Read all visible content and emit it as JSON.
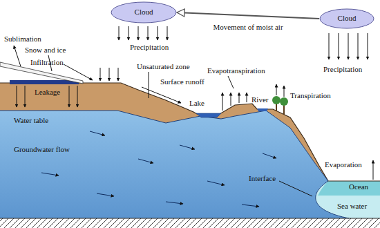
{
  "diagram": {
    "nodes": [
      {
        "text": [
          "Cloud"
        ]
      },
      {
        "text": [
          "Cloud"
        ]
      }
    ],
    "edges": [
      {
        "from": 1,
        "to": 0,
        "arrow": "to",
        "label": "Movement of moist air"
      }
    ],
    "labels": [
      "Precipitation",
      "Precipitation",
      "Sublimation",
      "Snow and ice",
      "Infiltration",
      "Unsaturated zone",
      "Surface runoff",
      "Evapotranspiration",
      "Transpiration",
      "Lake",
      "River",
      "Leakage",
      "Water table",
      "Groundwater flow",
      "Interface",
      "Evaporation",
      "Ocean",
      "Sea water"
    ]
  }
}
